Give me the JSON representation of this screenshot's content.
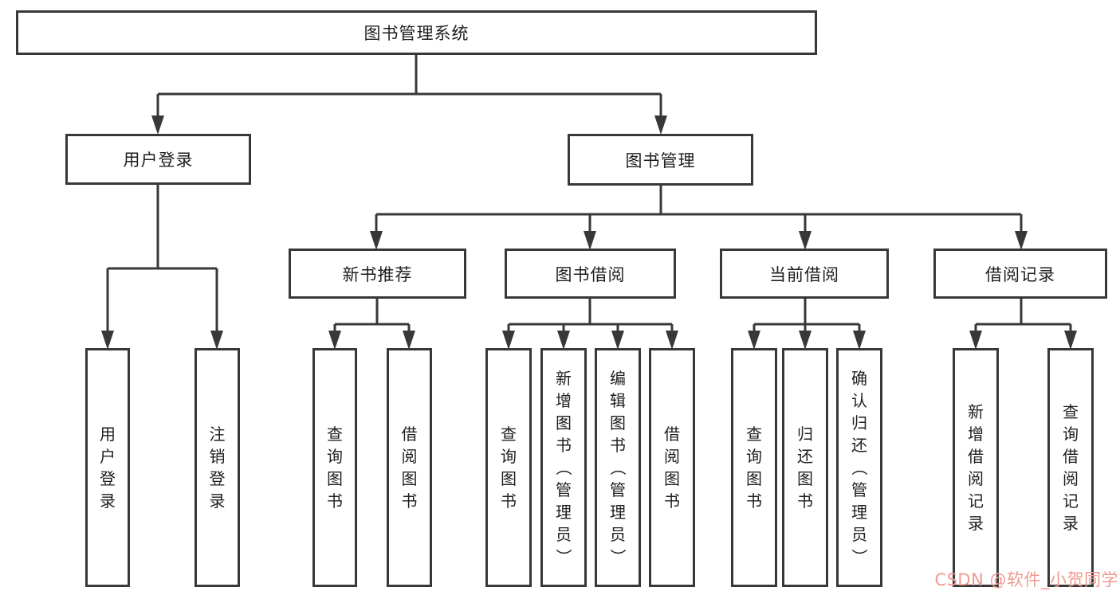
{
  "diagram": {
    "root": {
      "label": "图书管理系统",
      "children": [
        {
          "label": "用户登录",
          "children": [
            {
              "label": "用户登录"
            },
            {
              "label": "注销登录"
            }
          ]
        },
        {
          "label": "图书管理",
          "children": [
            {
              "label": "新书推荐",
              "children": [
                {
                  "label": "查询图书"
                },
                {
                  "label": "借阅图书"
                }
              ]
            },
            {
              "label": "图书借阅",
              "children": [
                {
                  "label": "查询图书"
                },
                {
                  "label": "新增图书（管理员）"
                },
                {
                  "label": "编辑图书（管理员）"
                },
                {
                  "label": "借阅图书"
                }
              ]
            },
            {
              "label": "当前借阅",
              "children": [
                {
                  "label": "查询图书"
                },
                {
                  "label": "归还图书"
                },
                {
                  "label": "确认归还（管理员）"
                }
              ]
            },
            {
              "label": "借阅记录",
              "children": [
                {
                  "label": "新增借阅记录"
                },
                {
                  "label": "查询借阅记录"
                }
              ]
            }
          ]
        }
      ]
    }
  },
  "watermark": {
    "text": "CSDN @软件_小贺同学",
    "color": "#f09a90"
  },
  "colors": {
    "line": "#383838",
    "box_border": "#383838",
    "box_fill": "#ffffff",
    "text": "#1e1e1e"
  }
}
